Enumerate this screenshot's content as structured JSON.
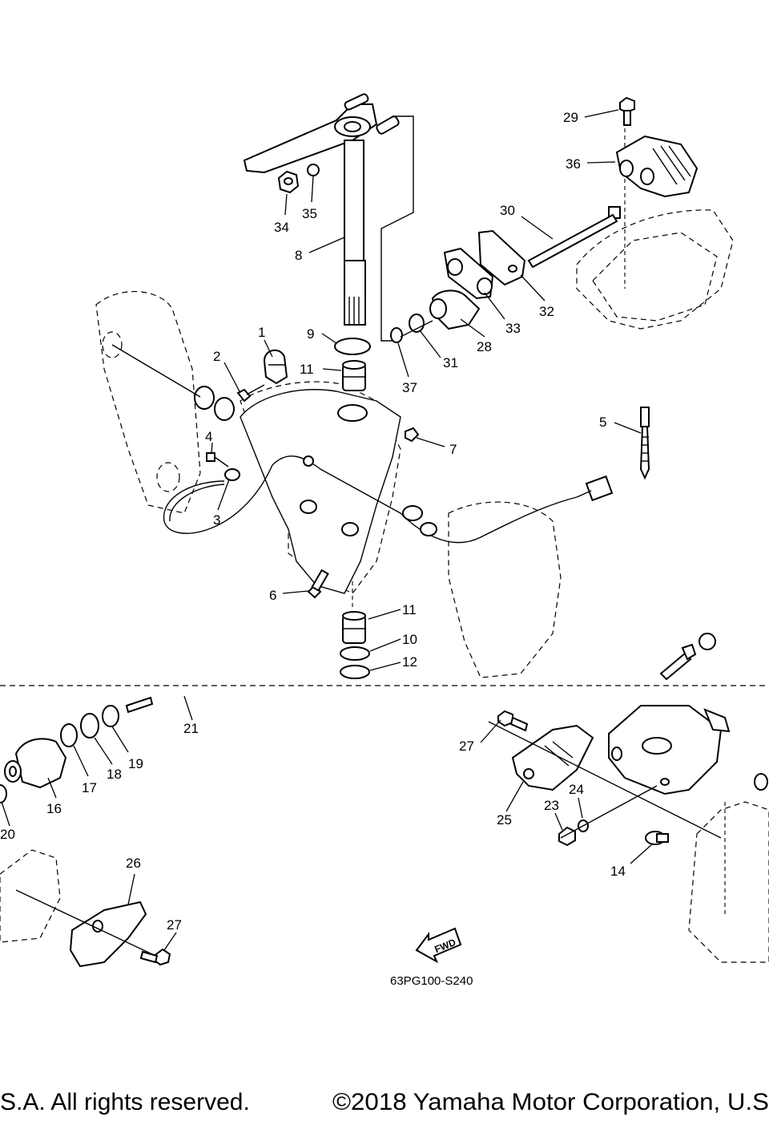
{
  "diagram": {
    "code": "63PG100-S240",
    "fwd_label": "FWD",
    "footer_left": "S.A. All rights reserved.",
    "footer_right": "©2018 Yamaha Motor Corporation, U.S",
    "callouts": [
      "29",
      "36",
      "30",
      "32",
      "33",
      "28",
      "31",
      "37",
      "34",
      "35",
      "8",
      "9",
      "11",
      "1",
      "2",
      "4",
      "3",
      "5",
      "7",
      "6",
      "11",
      "10",
      "12",
      "21",
      "19",
      "18",
      "17",
      "16",
      "20",
      "27",
      "25",
      "24",
      "23",
      "14",
      "26",
      "27"
    ]
  }
}
